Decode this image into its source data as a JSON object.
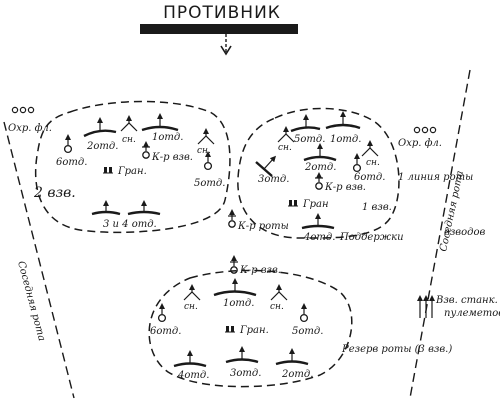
{
  "enemy_label": "ПРОТИВНИК",
  "left_flank_guard": "Охр. фл.",
  "right_flank_guard": "Охр. фл.",
  "neighbor_company_left": "Соседняя рота",
  "neighbor_company_right": "Соседняя рота",
  "platoon_2": "2 взв.",
  "platoon_1": "1 взв.",
  "first_line": "1 линия роты",
  "support": "Поддержки",
  "company_reserve": "Резерв роты (3 взв.)",
  "company_commander": "К-р роты",
  "mg_legend_line1": "Взв. станк.",
  "mg_legend_line2": "пулеметов",
  "platoons_word": "взводов",
  "groups": {
    "left": {
      "sections": [
        "2отд.",
        "1отд.",
        "3 и 4 отд.",
        "5отд.",
        "6отд."
      ],
      "sn1": "сн.",
      "sn2": "сн.",
      "commander": "К-р взв.",
      "grenadiers": "Гран."
    },
    "right": {
      "sections": [
        "5отд.",
        "1отд.",
        "2отд.",
        "3отд.",
        "4отд.",
        "6отд."
      ],
      "sn1": "сн.",
      "sn2": "сн.",
      "commander": "К-р взв.",
      "grenadiers": "Гран"
    },
    "reserve": {
      "sections": [
        "1отд.",
        "6отд.",
        "5отд.",
        "4отд.",
        "3отд.",
        "2отд."
      ],
      "sn1": "сн.",
      "sn2": "сн.",
      "commander": "К-р взв.",
      "grenadiers": "Гран."
    }
  }
}
